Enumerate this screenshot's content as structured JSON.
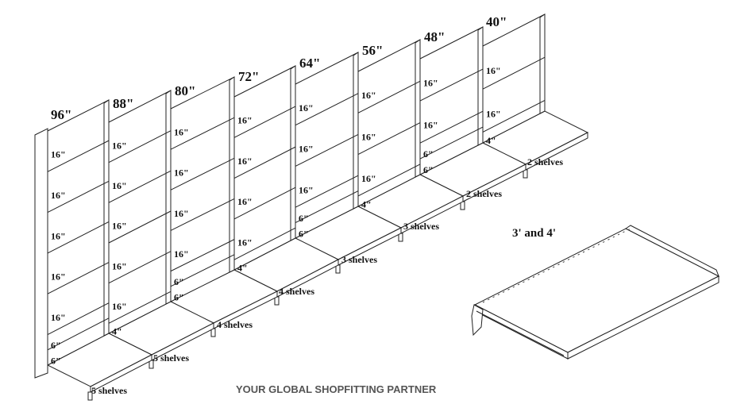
{
  "bays": [
    {
      "height": "96\"",
      "shelves": "5 shelves",
      "segments": [
        "16\"",
        "16\"",
        "16\"",
        "16\"",
        "16\"",
        "6\"",
        "6\""
      ]
    },
    {
      "height": "88\"",
      "shelves": "5 shelves",
      "segments": [
        "16\"",
        "16\"",
        "16\"",
        "16\"",
        "16\"",
        "4\""
      ]
    },
    {
      "height": "80\"",
      "shelves": "4 shelves",
      "segments": [
        "16\"",
        "16\"",
        "16\"",
        "16\"",
        "6\"",
        "6\""
      ]
    },
    {
      "height": "72\"",
      "shelves": "4 shelves",
      "segments": [
        "16\"",
        "16\"",
        "16\"",
        "16\"",
        "4\""
      ]
    },
    {
      "height": "64\"",
      "shelves": "3 shelves",
      "segments": [
        "16\"",
        "16\"",
        "16\"",
        "6\"",
        "6\""
      ]
    },
    {
      "height": "56\"",
      "shelves": "3 shelves",
      "segments": [
        "16\"",
        "16\"",
        "16\"",
        "4\""
      ]
    },
    {
      "height": "48\"",
      "shelves": "2 shelves",
      "segments": [
        "16\"",
        "16\"",
        "6\"",
        "6\""
      ]
    },
    {
      "height": "40\"",
      "shelves": "2 shelves",
      "segments": [
        "16\"",
        "16\"",
        "4\""
      ]
    }
  ],
  "shelf_sizes_label": "3' and 4'",
  "tagline": "YOUR GLOBAL SHOPFITTING PARTNER"
}
